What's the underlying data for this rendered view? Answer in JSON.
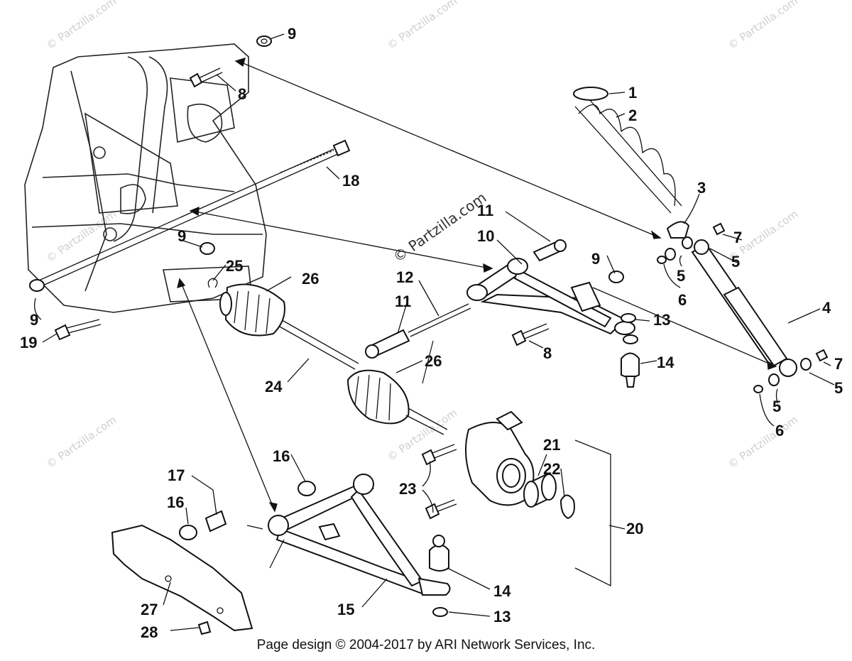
{
  "footer": "Page design © 2004-2017 by ARI Network Services, Inc.",
  "watermark_text": "© Partzilla.com",
  "callouts": {
    "c1": "1",
    "c2": "2",
    "c3": "3",
    "c4": "4",
    "c5a": "5",
    "c5b": "5",
    "c5c": "5",
    "c5d": "5",
    "c6a": "6",
    "c6b": "6",
    "c7a": "7",
    "c7b": "7",
    "c8a": "8",
    "c8b": "8",
    "c9a": "9",
    "c9b": "9",
    "c9c": "9",
    "c9d": "9",
    "c10": "10",
    "c11a": "11",
    "c11b": "11",
    "c12": "12",
    "c13a": "13",
    "c13b": "13",
    "c14a": "14",
    "c14b": "14",
    "c15": "15",
    "c16a": "16",
    "c16b": "16",
    "c17": "17",
    "c18": "18",
    "c19": "19",
    "c20": "20",
    "c21": "21",
    "c22": "22",
    "c23": "23",
    "c24": "24",
    "c25": "25",
    "c26a": "26",
    "c26b": "26",
    "c27": "27",
    "c28": "28"
  }
}
